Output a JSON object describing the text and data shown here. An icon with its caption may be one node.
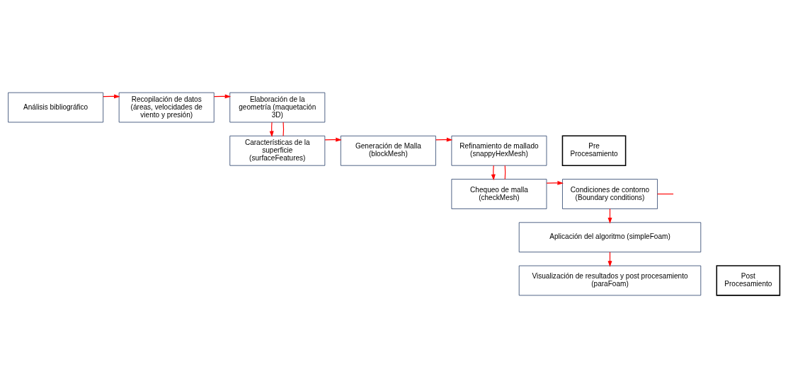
{
  "diagram": {
    "nodes": [
      {
        "text": [
          "Análisis bibliográfico"
        ]
      },
      {
        "text": [
          "Recopilación de datos (áreas, velocidades de viento y presión)"
        ]
      },
      {
        "text": [
          "Elaboración de la geometría (maquetación 3D)"
        ]
      },
      {
        "text": [
          "Características de la superficie (surfaceFeatures)"
        ]
      },
      {
        "text": [
          "Generación de Malla (blockMesh)"
        ]
      },
      {
        "text": [
          "Refinamiento de mallado (snappyHexMesh)"
        ]
      },
      {
        "text": [
          "Chequeo de malla (checkMesh)"
        ]
      },
      {
        "text": [
          "Condiciones de contorno (Boundary conditions)"
        ]
      },
      {
        "text": [
          "Aplicación del algoritmo (simpleFoam)"
        ]
      },
      {
        "text": [
          "Visualización de resultados y post procesamiento (paraFoam)"
        ]
      },
      {
        "text": [
          "Pre Procesamiento"
        ]
      },
      {
        "text": [
          "Post Procesamiento"
        ]
      }
    ],
    "edges": [
      {
        "from": 0,
        "to": 1,
        "arrow": "to"
      },
      {
        "from": 1,
        "to": 2,
        "arrow": "to"
      },
      {
        "from": 2,
        "to": 3,
        "arrow": "to"
      },
      {
        "from": 2,
        "to": 3,
        "arrow": "none"
      },
      {
        "from": 3,
        "to": 4,
        "arrow": "to"
      },
      {
        "from": 4,
        "to": 5,
        "arrow": "to"
      },
      {
        "from": 5,
        "to": 6,
        "arrow": "to"
      },
      {
        "from": 5,
        "to": 6,
        "arrow": "none"
      },
      {
        "from": 6,
        "to": 7,
        "arrow": "to"
      },
      {
        "from": 7,
        "to": null,
        "arrow": "none"
      },
      {
        "from": 7,
        "to": 8,
        "arrow": "to"
      },
      {
        "from": 8,
        "to": 9,
        "arrow": "to"
      }
    ]
  }
}
